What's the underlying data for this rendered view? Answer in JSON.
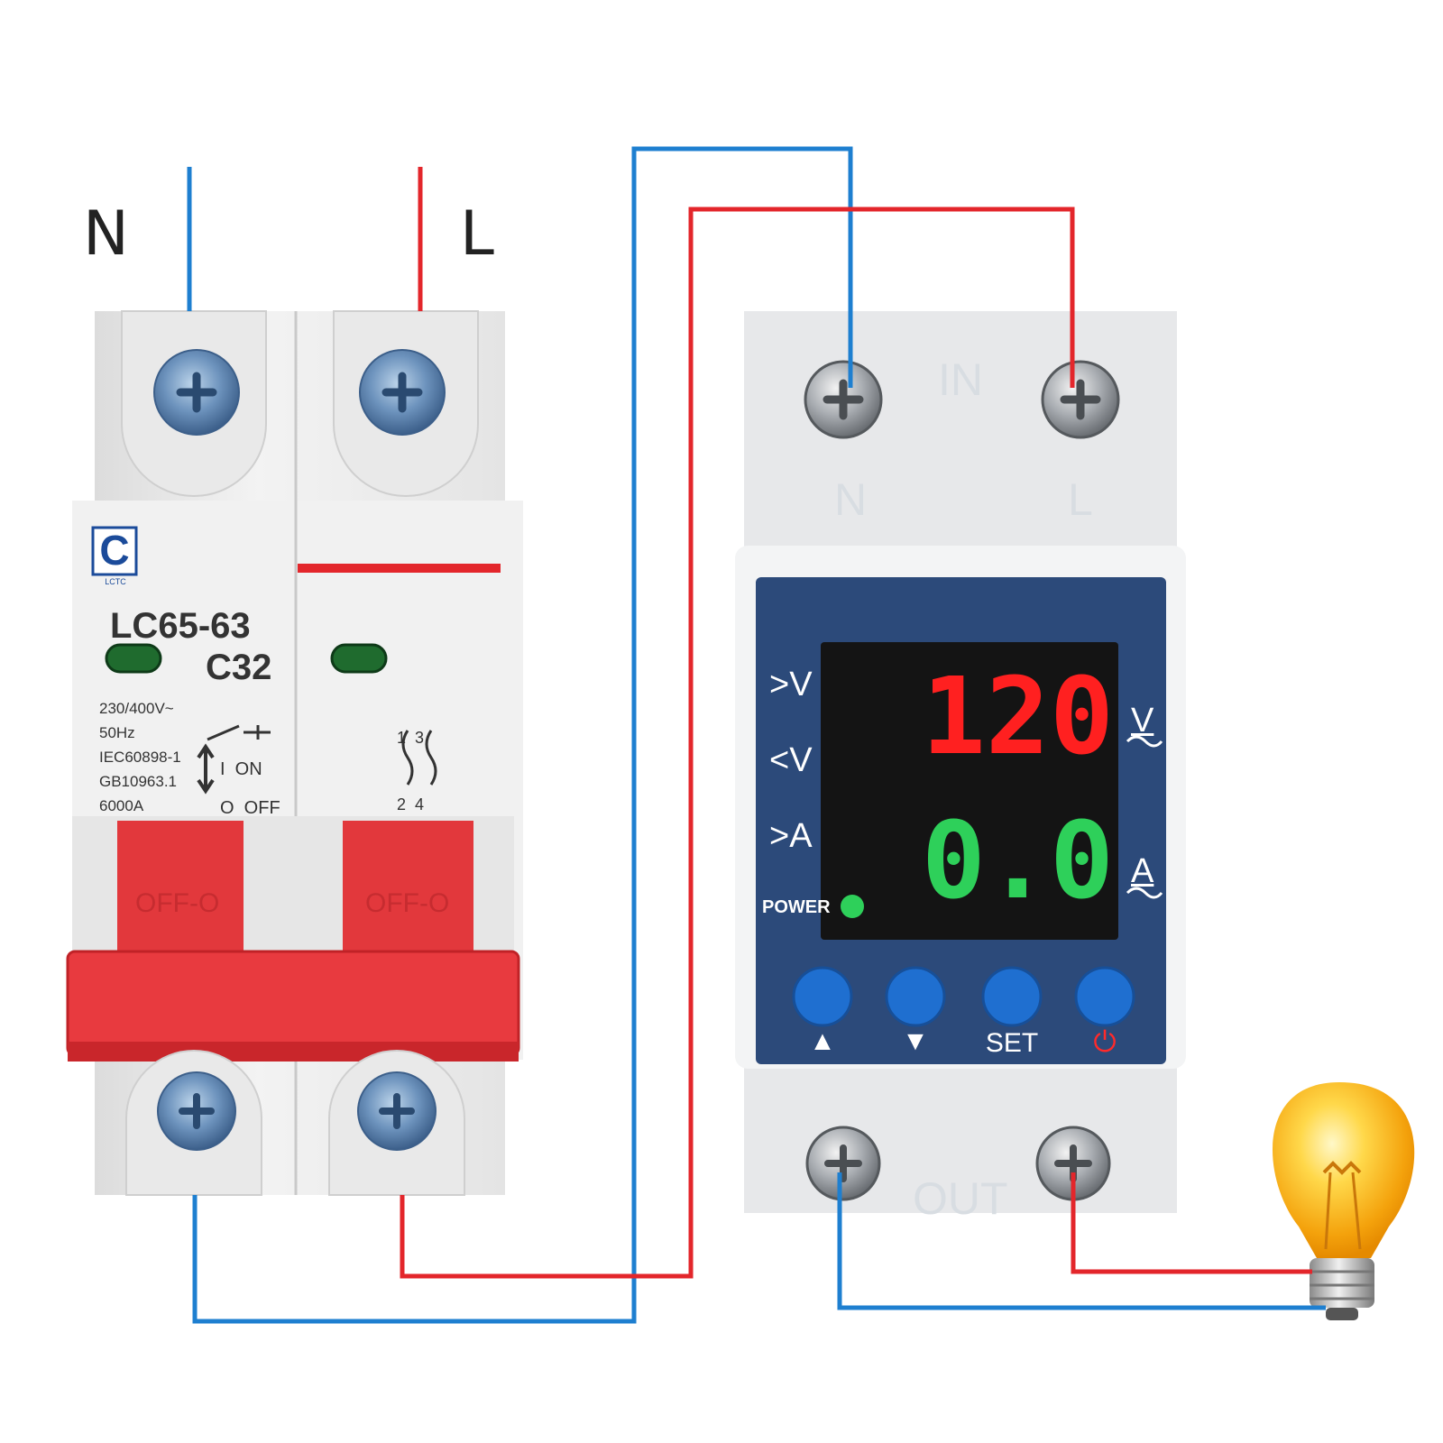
{
  "supply": {
    "neutral_label": "N",
    "live_label": "L"
  },
  "breaker": {
    "logo_text": "LCTC",
    "model": "LC65-63",
    "rating": "C32",
    "specs": [
      "230/400V~",
      "50Hz",
      "IEC60898-1",
      "GB10963.1",
      "6000A"
    ],
    "switch_on": "I  ON",
    "switch_off": "O  OFF",
    "pole_numbers_top": "1  3",
    "pole_numbers_bottom": "2  4",
    "handle_text": "OFF-O"
  },
  "protector": {
    "in_label": "IN",
    "out_label": "OUT",
    "terminal_n": "N",
    "terminal_l": "L",
    "indicators": [
      ">V",
      "<V",
      ">A",
      "POWER"
    ],
    "voltage_value": "120",
    "voltage_unit": "V",
    "current_value": "0.0",
    "current_unit": "A",
    "buttons": [
      "▲",
      "▼",
      "SET",
      "⏻"
    ]
  },
  "colors": {
    "neutral_wire": "#1e7fd0",
    "live_wire": "#e3262b",
    "panel": "#2c4a7a",
    "voltage_display": "#ff2020",
    "current_display": "#2ed05a",
    "button": "#1f6fd0"
  }
}
